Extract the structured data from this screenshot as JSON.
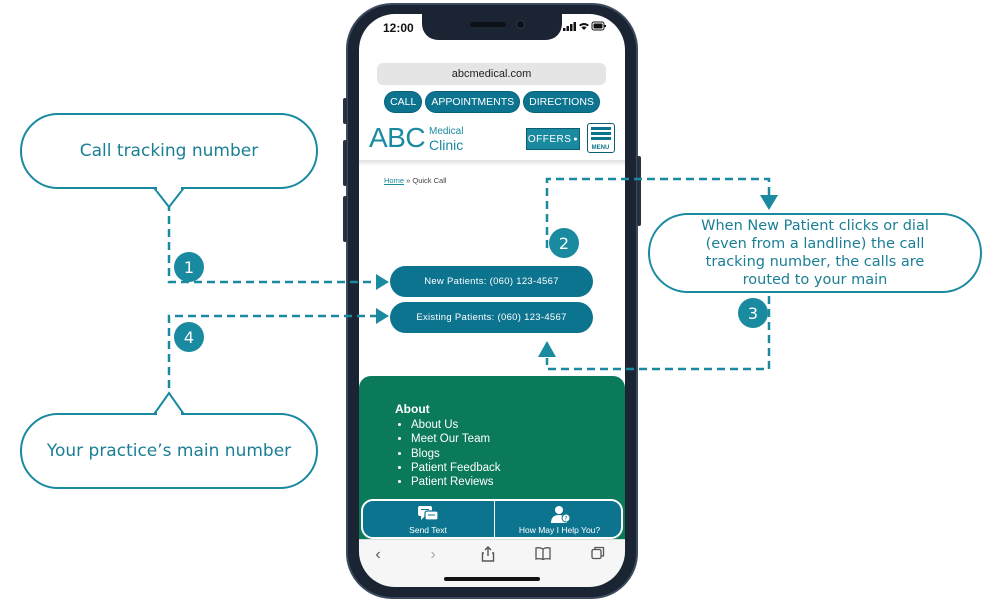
{
  "callouts": {
    "call_tracking": "Call tracking number",
    "main_number": "Your practice’s main number",
    "routing": "When New Patient clicks or dial (even from a landline) the call tracking number, the calls are routed to your main"
  },
  "steps": [
    "1",
    "2",
    "3",
    "4"
  ],
  "colors": {
    "accent": "#1a8aa0",
    "button": "#0d7490",
    "footer": "#0b7a5a"
  },
  "status_bar": {
    "time": "12:00"
  },
  "browser": {
    "url": "abcmedical.com"
  },
  "nav": {
    "call": "CALL",
    "appointments": "APPOINTMENTS",
    "directions": "DIRECTIONS"
  },
  "header": {
    "logo_abc": "ABC",
    "logo_medical": "Medical",
    "logo_clinic": "Clinic",
    "offers": "OFFERS",
    "menu": "MENU"
  },
  "breadcrumb": {
    "home": "Home",
    "separator": " » ",
    "current": "Quick Call"
  },
  "buttons": {
    "new_patients": "New Patients: (060) 123-4567",
    "existing_patients": "Existing Patients: (060) 123-4567"
  },
  "footer": {
    "about_title": "About",
    "about_items": [
      "About Us",
      "Meet Our Team",
      "Blogs",
      "Patient Feedback",
      "Patient Reviews"
    ]
  },
  "actions": {
    "send_text": "Send Text",
    "help": "How May I Help You?"
  }
}
